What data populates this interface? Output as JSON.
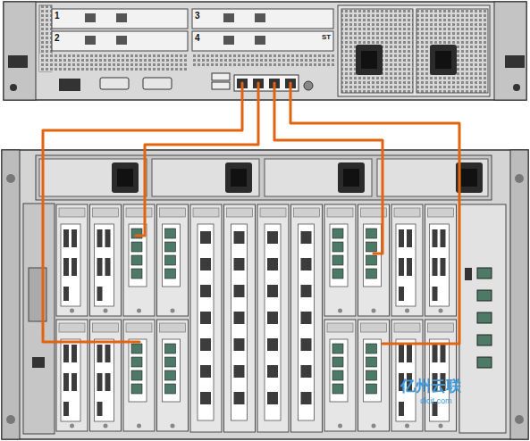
{
  "diagram": {
    "labels": [
      "1",
      "2",
      "3",
      "4",
      "ST",
      "亿州云联",
      "dicit.com"
    ]
  }
}
